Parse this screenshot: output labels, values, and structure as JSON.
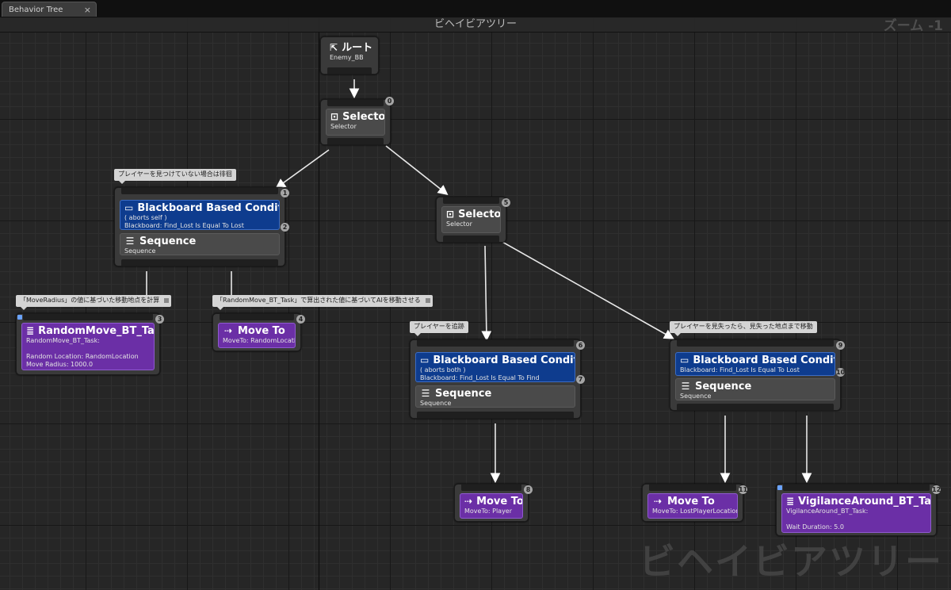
{
  "tab": {
    "label": "Behavior Tree",
    "close": "×"
  },
  "graph": {
    "title": "ビヘイビアツリー",
    "zoom": "ズーム -1",
    "watermark": "ビヘイビアツリー"
  },
  "root": {
    "title": "ルート",
    "sub": "Enemy_BB"
  },
  "selector0": {
    "title": "Selector",
    "sub": "Selector",
    "badge": "0"
  },
  "comment_left": "プレイヤーを見つけていない場合は徘徊",
  "bb_left": {
    "title": "Blackboard Based Condition",
    "line1": "( aborts self )",
    "line2": "Blackboard: Find_Lost Is Equal To Lost",
    "badge": "2",
    "seq_title": "Sequence",
    "seq_sub": "Sequence",
    "node_badge": "1"
  },
  "selector5": {
    "title": "Selector",
    "sub": "Selector",
    "badge": "5"
  },
  "comment_move_radius": "「MoveRadius」の値に基づいた移動地点を計算",
  "comment_random_move": "「RandomMove_BT_Task」で算出された値に基づいてAIを移動させる",
  "task_random": {
    "title": "RandomMove_BT_Task",
    "sub": "RandomMove_BT_Task:",
    "l1": "Random Location: RandomLocation",
    "l2": "Move Radius: 1000.0",
    "badge": "3"
  },
  "moveto4": {
    "title": "Move To",
    "sub": "MoveTo: RandomLocation",
    "badge": "4"
  },
  "comment_chase": "プレイヤーを追跡",
  "bb_mid": {
    "title": "Blackboard Based Condition",
    "line1": "( aborts both )",
    "line2": "Blackboard: Find_Lost Is Equal To Find",
    "badge": "7",
    "seq_title": "Sequence",
    "seq_sub": "Sequence",
    "node_badge": "6"
  },
  "comment_lost": "プレイヤーを見失ったら、見失った地点まで移動",
  "bb_right": {
    "title": "Blackboard Based Condition",
    "line2": "Blackboard: Find_Lost Is Equal To Lost",
    "badge": "10",
    "seq_title": "Sequence",
    "seq_sub": "Sequence",
    "node_badge": "9"
  },
  "moveto8": {
    "title": "Move To",
    "sub": "MoveTo: Player",
    "badge": "8"
  },
  "moveto11": {
    "title": "Move To",
    "sub": "MoveTo: LostPlayerLocation",
    "badge": "11"
  },
  "task_vigil": {
    "title": "VigilanceAround_BT_Task",
    "sub": "VigilanceAround_BT_Task:",
    "l1": "Wait Duration: 5.0",
    "badge": "12"
  },
  "colors": {
    "decorator": "#0e3c8e",
    "task": "#6b2fa6",
    "composite": "#4a4a4a",
    "background": "#262626"
  },
  "icons": {
    "root": "root-arrow-icon",
    "selector": "selector-icon",
    "decorator": "blackboard-icon",
    "sequence": "sequence-icon",
    "task": "task-icon",
    "moveto": "move-to-icon"
  }
}
